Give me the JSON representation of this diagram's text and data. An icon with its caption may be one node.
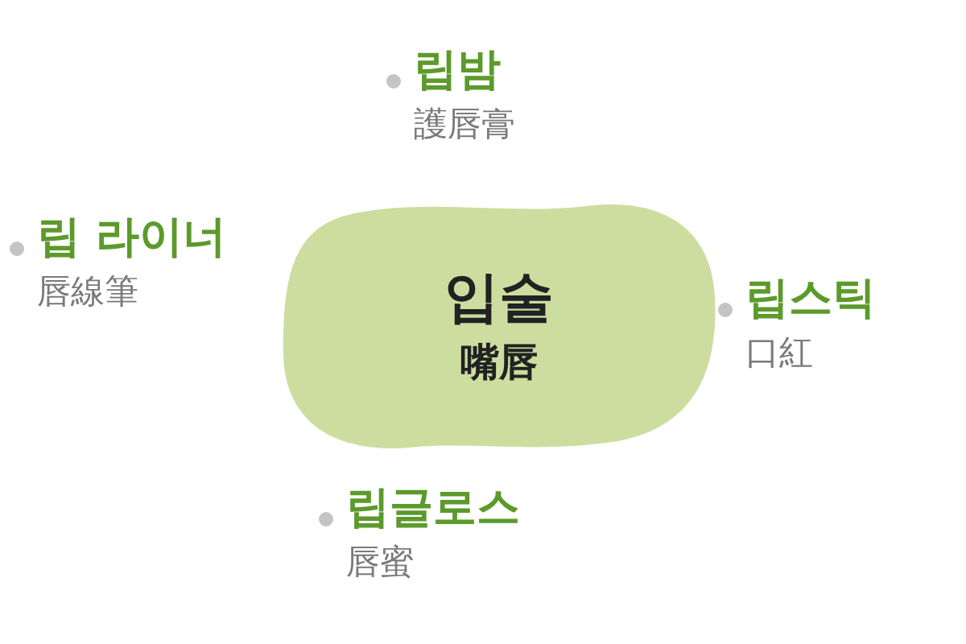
{
  "diagram": {
    "nodes": [
      {
        "text": [
          "입술",
          "嘴唇"
        ]
      }
    ],
    "labels": [
      "립밤",
      "護唇膏",
      "립 라이너",
      "唇線筆",
      "립스틱",
      "口紅",
      "립글로스",
      "唇蜜"
    ]
  }
}
